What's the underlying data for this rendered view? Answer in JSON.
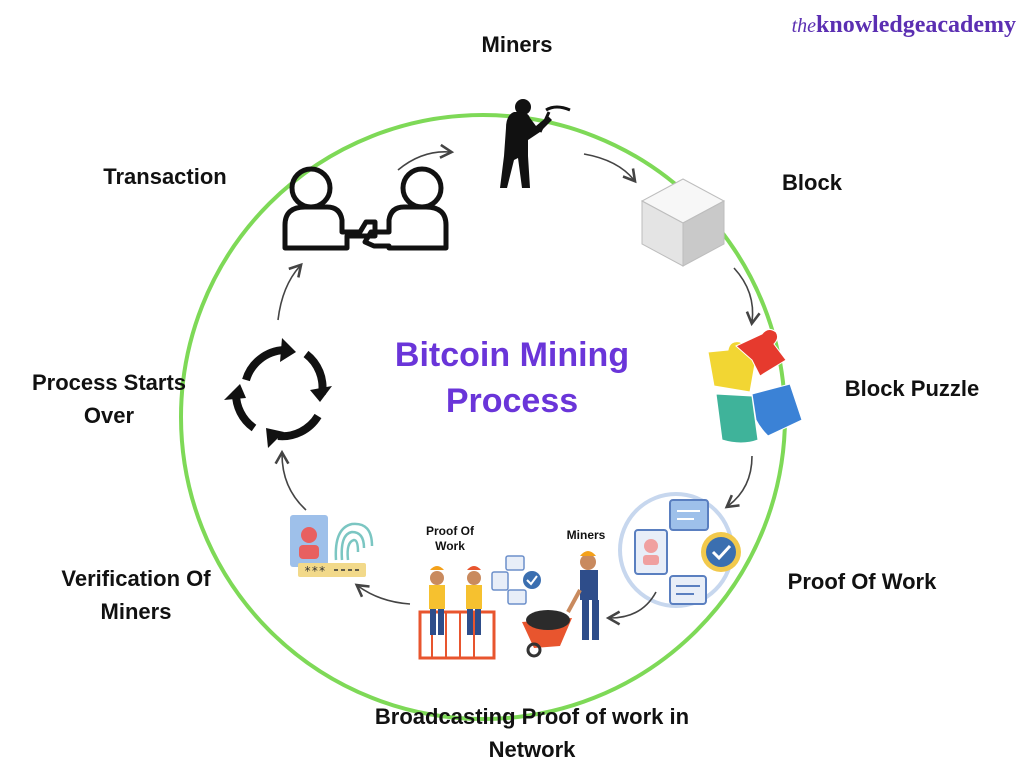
{
  "logo": {
    "prefix": "the",
    "name": "knowledgeacademy"
  },
  "title": {
    "line1": "Bitcoin Mining",
    "line2": "Process"
  },
  "nodes": {
    "miners": "Miners",
    "block": "Block",
    "block_puzzle": "Block Puzzle",
    "proof_of_work": "Proof Of Work",
    "broadcasting": {
      "line1": "Broadcasting Proof of work in",
      "line2": "Network"
    },
    "verification": {
      "line1": "Verification Of",
      "line2": "Miners"
    },
    "process_starts_over": {
      "line1": "Process Starts",
      "line2": "Over"
    },
    "transaction": "Transaction"
  },
  "inner_labels": {
    "proof_of_work": {
      "line1": "Proof Of",
      "line2": "Work"
    },
    "miners": "Miners"
  },
  "colors": {
    "circle": "#7ed957",
    "title": "#6a35d9",
    "logo": "#5b2fb2",
    "arrow": "#444444",
    "puzzle": [
      "#f2d633",
      "#e63a2e",
      "#3b82d6",
      "#3fb39a"
    ]
  }
}
